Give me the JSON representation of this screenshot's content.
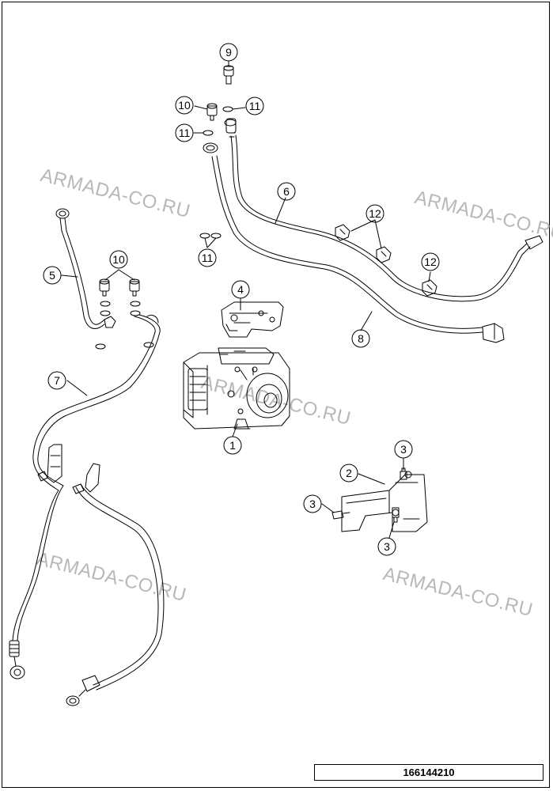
{
  "watermark": "ARMADA-CO.RU",
  "part_number": "166144210",
  "callouts": [
    {
      "id": "1",
      "label": "1"
    },
    {
      "id": "2",
      "label": "2"
    },
    {
      "id": "3a",
      "label": "3"
    },
    {
      "id": "3b",
      "label": "3"
    },
    {
      "id": "3c",
      "label": "3"
    },
    {
      "id": "4",
      "label": "4"
    },
    {
      "id": "5",
      "label": "5"
    },
    {
      "id": "6",
      "label": "6"
    },
    {
      "id": "7",
      "label": "7"
    },
    {
      "id": "8",
      "label": "8"
    },
    {
      "id": "9",
      "label": "9"
    },
    {
      "id": "10a",
      "label": "10"
    },
    {
      "id": "10b",
      "label": "10"
    },
    {
      "id": "11a",
      "label": "11"
    },
    {
      "id": "11b",
      "label": "11"
    },
    {
      "id": "11c",
      "label": "11"
    },
    {
      "id": "12a",
      "label": "12"
    },
    {
      "id": "12b",
      "label": "12"
    }
  ]
}
